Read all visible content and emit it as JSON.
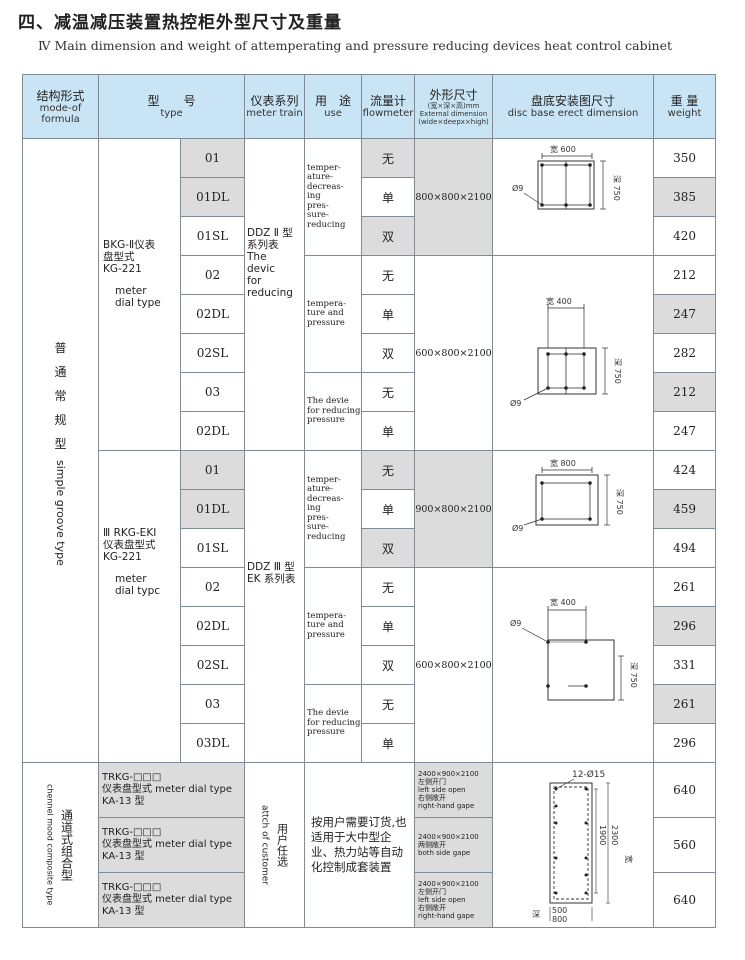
{
  "title_cn": "四、减温减压装置热控柜外型尺寸及重量",
  "title_en": "Ⅳ Main dimension and weight of attemperating and pressure reducing devices heat control cabinet",
  "headers": {
    "mode_cn": "结构形式",
    "mode_en": "mode-of formula",
    "type_cn": "型　　号",
    "type_en": "type",
    "meter_cn": "仪表系列",
    "meter_en": "meter train",
    "use_cn": "用　途",
    "use_en": "use",
    "flow_cn": "流量计",
    "flow_en": "flowmeter",
    "dim_cn": "外形尺寸",
    "dim_cn_sub": "(宽×深×高)mm",
    "dim_en1": "External dimension",
    "dim_en2": "(wide×deepx×high)",
    "base_cn": "盘底安装图尺寸",
    "base_en": "disc base erect dimension",
    "weight_cn": "重 量",
    "weight_en": "weight"
  },
  "simple_mode": {
    "cn": [
      "普",
      "通",
      "常",
      "规",
      "型"
    ],
    "en": "simple groove type"
  },
  "group1": {
    "formula": [
      "BKG-Ⅱ仪表",
      "盘型式",
      "KG-221",
      "meter",
      "dial type"
    ],
    "meter": [
      "DDZ Ⅱ 型",
      "系列表",
      "The",
      "devic",
      "for",
      "reducing"
    ],
    "types": [
      "01",
      "01DL",
      "01SL",
      "02",
      "02DL",
      "02SL",
      "03",
      "02DL"
    ],
    "flow": [
      "无",
      "单",
      "双",
      "无",
      "单",
      "双",
      "无",
      "单"
    ],
    "weights": [
      "350",
      "385",
      "420",
      "212",
      "247",
      "282",
      "212",
      "247"
    ],
    "use_a": [
      "temper-",
      "ature-",
      "decreas-",
      "ing",
      "pres-",
      "sure-",
      "reducing"
    ],
    "use_b": [
      "tempera-",
      "ture and",
      "pressure"
    ],
    "use_c": [
      "The devie",
      "for reducing",
      "pressure"
    ],
    "dim_a": "800×800×2100",
    "dim_b": "600×800×2100"
  },
  "group2": {
    "formula": [
      "Ⅲ RKG-EKI",
      "仪表盘型式",
      "KG-221",
      "meter",
      "dial typc"
    ],
    "meter": [
      "DDZ Ⅲ 型",
      "EK 系列表"
    ],
    "types": [
      "01",
      "01DL",
      "01SL",
      "02",
      "02DL",
      "02SL",
      "03",
      "03DL"
    ],
    "flow": [
      "无",
      "单",
      "双",
      "无",
      "单",
      "双",
      "无",
      "单"
    ],
    "weights": [
      "424",
      "459",
      "494",
      "261",
      "296",
      "331",
      "261",
      "296"
    ],
    "use_a": [
      "temper-",
      "ature-",
      "decreas-",
      "ing",
      "pres-",
      "sure-",
      "reducing"
    ],
    "use_b": [
      "tempera-",
      "ture and",
      "pressure"
    ],
    "use_c": [
      "The devie",
      "for reducing",
      "pressure"
    ],
    "dim_a": "900×800×2100",
    "dim_b": "600×800×2100"
  },
  "diagrams": {
    "d1_width": "宽 600",
    "d1_hole": "Ø9",
    "d1_depth": "深 750",
    "d2_width": "宽 400",
    "d2_hole": "Ø9",
    "d2_depth": "深 750",
    "d3_width": "宽 800",
    "d3_hole": "Ø9",
    "d3_depth": "深 750",
    "d4_width": "宽 400",
    "d4_hole": "Ø9",
    "d4_depth": "深 750",
    "d5_holes": "12-Ø15",
    "d5_h1": "1900",
    "d5_h2": "2300",
    "d5_w1": "500",
    "d5_w2": "800",
    "d5_deep": "深",
    "d5_wide": "宽"
  },
  "combined": {
    "mode_cn": "通道式组合型",
    "mode_en": "chennel mood composite type",
    "meter_cn": "用户任选",
    "meter_en": "attch of customer",
    "use": "按用户需要订货,也适用于大中型企业、热力站等自动化控制成套装置",
    "rows": [
      {
        "formula": [
          "TRKG-□□□",
          "仪表盘型式 meter dial type",
          "KA-13 型"
        ],
        "dim": [
          "2400×900×2100",
          "左侧开门",
          "left side open",
          "右侧敞开",
          "right-hand gape"
        ],
        "weight": "640"
      },
      {
        "formula": [
          "TRKG-□□□",
          "仪表盘型式 meter dial type",
          "KA-13 型"
        ],
        "dim": [
          "2400×900×2100",
          "两侧敞开",
          "both side gape"
        ],
        "weight": "560"
      },
      {
        "formula": [
          "TRKG-□□□",
          "仪表盘型式 meter dial type",
          "KA-13 型"
        ],
        "dim": [
          "2400×900×2100",
          "左侧开门",
          "left side open",
          "右侧敞开",
          "right-hand gape"
        ],
        "weight": "640"
      }
    ]
  }
}
